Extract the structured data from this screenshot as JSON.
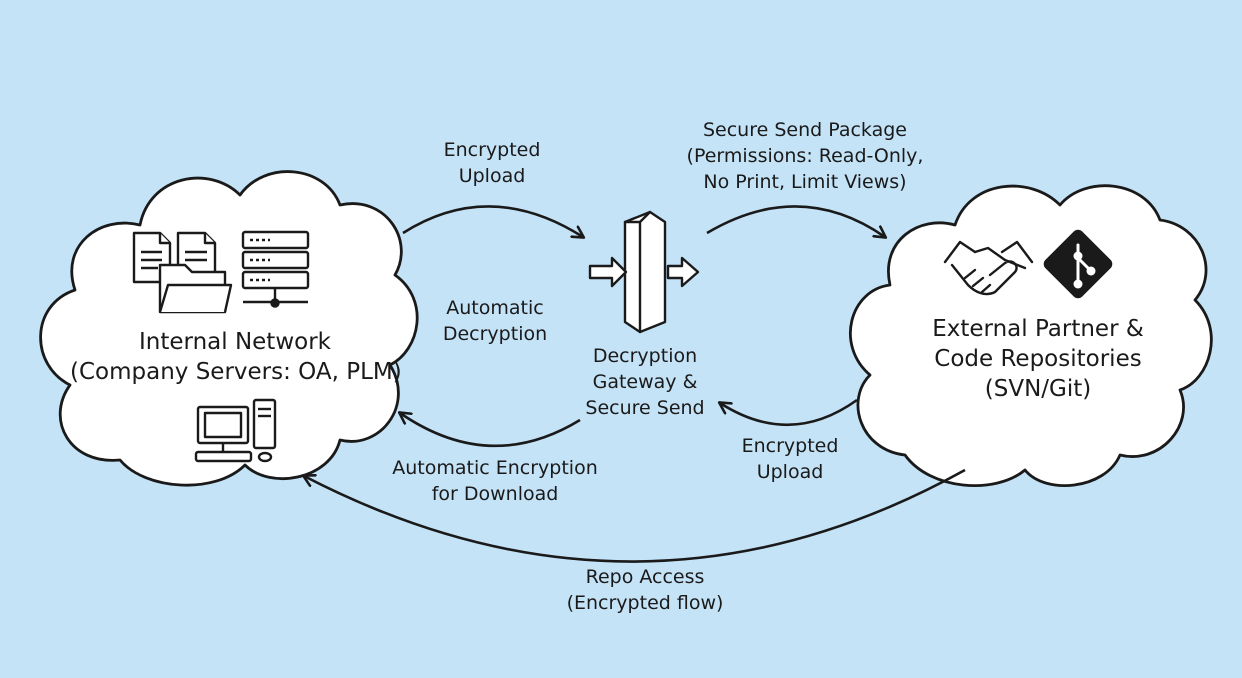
{
  "nodes": {
    "internal": {
      "line1": "Internal Network",
      "line2": "(Company Servers: OA, PLM)"
    },
    "external": {
      "line1": "External Partner &",
      "line2": "Code Repositories",
      "line3": "(SVN/Git)"
    },
    "gateway": {
      "line1": "Decryption",
      "line2": "Gateway &",
      "line3": "Secure Send"
    }
  },
  "edges": {
    "encrypted_upload_top": {
      "line1": "Encrypted",
      "line2": "Upload"
    },
    "secure_send": {
      "line1": "Secure Send Package",
      "line2": "(Permissions: Read-Only,",
      "line3": "No Print, Limit Views)"
    },
    "auto_decryption": {
      "line1": "Automatic",
      "line2": "Decryption"
    },
    "auto_encryption": {
      "line1": "Automatic Encryption",
      "line2": "for Download"
    },
    "encrypted_upload_bottom": {
      "line1": "Encrypted",
      "line2": "Upload"
    },
    "repo_access": {
      "line1": "Repo Access",
      "line2": "(Encrypted flow)"
    }
  },
  "icons": {
    "internal": [
      "documents-icon",
      "folder-icon",
      "server-rack-icon",
      "desktop-computer-icon"
    ],
    "external": [
      "handshake-icon",
      "git-icon"
    ],
    "gateway": "gateway-arrows-icon"
  },
  "colors": {
    "background": "#c5e3f7",
    "cloud_fill": "#ffffff",
    "stroke": "#1a1a1a"
  }
}
